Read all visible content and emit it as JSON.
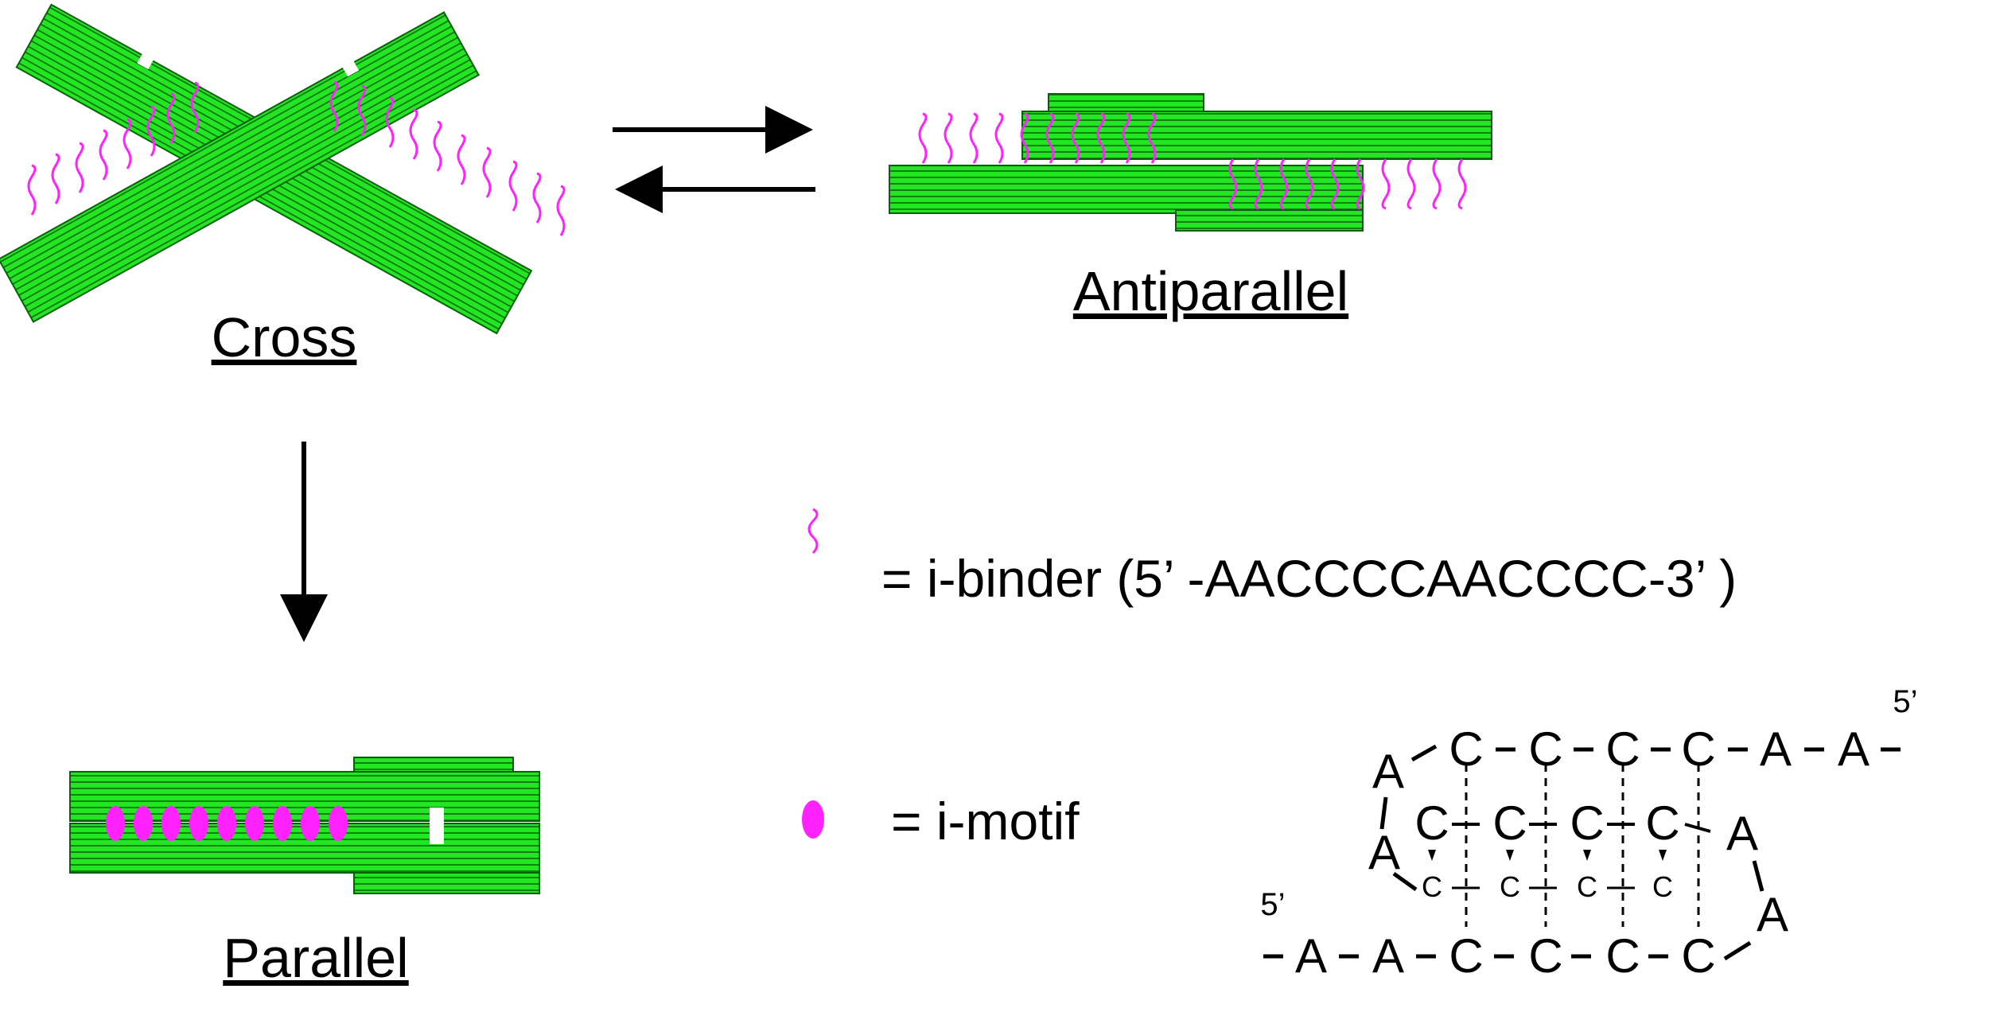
{
  "labels": {
    "cross": "Cross",
    "antiparallel": "Antiparallel",
    "parallel": "Parallel"
  },
  "legend": {
    "ibinder_text": "= i-binder (5’  -AACCCCAACCCC-3’  )",
    "imotif_text": "= i-motif"
  },
  "imotif_structure": {
    "top_row": [
      "C",
      "C",
      "C",
      "C",
      "A",
      "A"
    ],
    "top_prime": "5’",
    "left_loop": [
      "A",
      "A"
    ],
    "middle_row": [
      "C",
      "C",
      "C",
      "C"
    ],
    "right_loop": [
      "A",
      "A"
    ],
    "small_row": [
      "C",
      "C",
      "C",
      "C"
    ],
    "bottom_prime": "5’",
    "bottom_row": [
      "A",
      "A",
      "C",
      "C",
      "C",
      "C"
    ]
  },
  "colors": {
    "origami_green": "#21e021",
    "origami_line": "#0a6a0a",
    "ibinder_magenta": "#ff22ff",
    "arrow": "#000000"
  }
}
